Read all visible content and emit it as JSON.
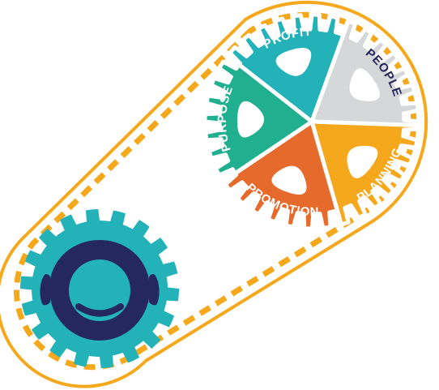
{
  "segments": [
    {
      "key": "profit",
      "label": "PROFIT",
      "color": "#22b2b7",
      "text_color": "#ffffff"
    },
    {
      "key": "people",
      "label": "PEOPLE",
      "color": "#d6d7d8",
      "text_color": "#25285e"
    },
    {
      "key": "planning",
      "label": "PLANNING",
      "color": "#f6a81c",
      "text_color": "#ffffff"
    },
    {
      "key": "promotion",
      "label": "PROMOTION",
      "color": "#e66a2c",
      "text_color": "#ffffff"
    },
    {
      "key": "purpose",
      "label": "PURPOSE",
      "color": "#21b08f",
      "text_color": "#ffffff"
    }
  ],
  "colors": {
    "belt": "#f6a81c",
    "small_gear": "#22b2b7",
    "face_ring": "#25285e",
    "gap": "#ffffff"
  },
  "icons": {
    "small_gear": "smiling-face-gear-icon",
    "belt": "chain-belt-icon"
  }
}
